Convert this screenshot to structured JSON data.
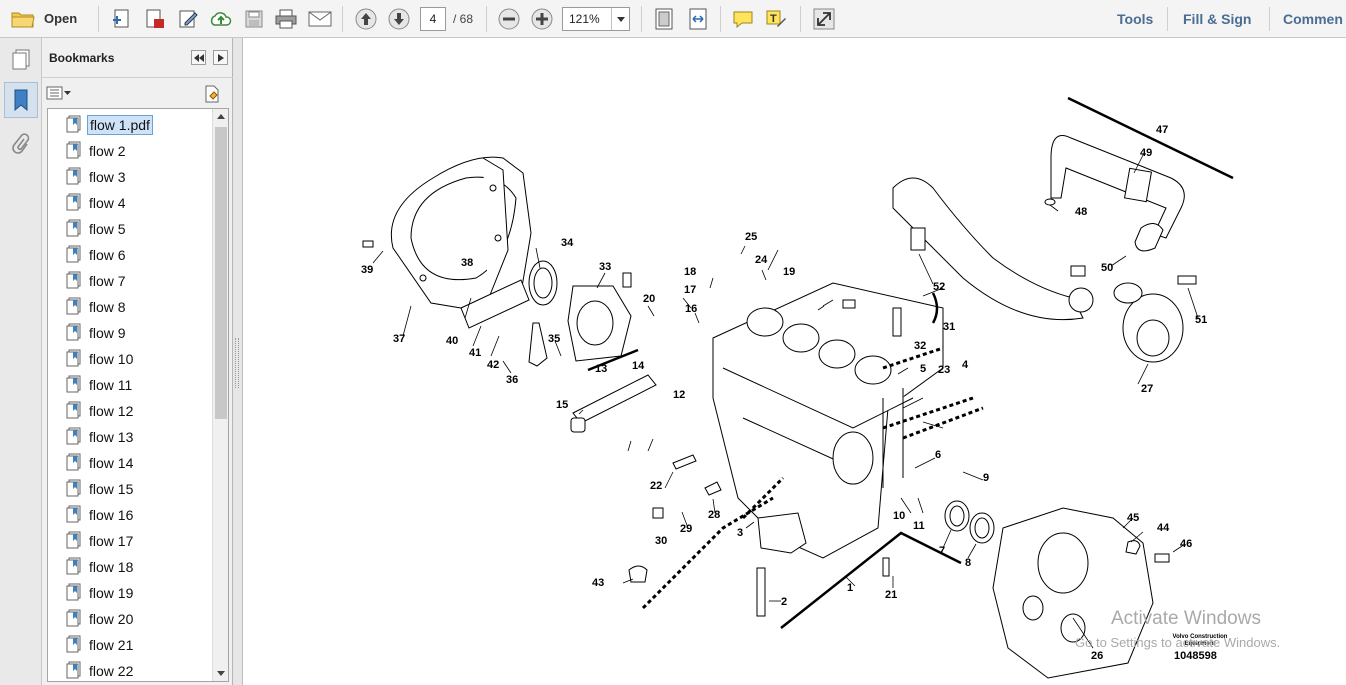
{
  "toolbar": {
    "open_label": "Open",
    "page_current": "4",
    "page_total": "/ 68",
    "zoom": "121%",
    "tools_label": "Tools",
    "fill_sign_label": "Fill & Sign",
    "comment_label": "Commen"
  },
  "bookmarks": {
    "title": "Bookmarks",
    "items": [
      {
        "label": "flow 1.pdf",
        "selected": true
      },
      {
        "label": "flow 2"
      },
      {
        "label": "flow 3"
      },
      {
        "label": "flow 4"
      },
      {
        "label": "flow 5"
      },
      {
        "label": "flow 6"
      },
      {
        "label": "flow 7"
      },
      {
        "label": "flow 8"
      },
      {
        "label": "flow 9"
      },
      {
        "label": "flow 10"
      },
      {
        "label": "flow 11"
      },
      {
        "label": "flow 12"
      },
      {
        "label": "flow 13"
      },
      {
        "label": "flow 14"
      },
      {
        "label": "flow 15"
      },
      {
        "label": "flow 16"
      },
      {
        "label": "flow 17"
      },
      {
        "label": "flow 18"
      },
      {
        "label": "flow 19"
      },
      {
        "label": "flow 20"
      },
      {
        "label": "flow 21"
      },
      {
        "label": "flow 22"
      }
    ]
  },
  "document": {
    "part_labels": [
      "1",
      "2",
      "3",
      "4",
      "5",
      "6",
      "7",
      "8",
      "9",
      "10",
      "11",
      "12",
      "13",
      "14",
      "15",
      "16",
      "17",
      "18",
      "19",
      "20",
      "21",
      "22",
      "23",
      "24",
      "25",
      "26",
      "27",
      "28",
      "29",
      "30",
      "31",
      "32",
      "33",
      "34",
      "35",
      "36",
      "37",
      "38",
      "39",
      "40",
      "41",
      "42",
      "43",
      "44",
      "45",
      "46",
      "47",
      "48",
      "49",
      "50",
      "51",
      "52"
    ],
    "brand": "Volvo Construction Equipment",
    "doc_number": "1048598",
    "watermark_line1": "Activate Windows",
    "watermark_line2": "Go to Settings to activate Windows."
  }
}
